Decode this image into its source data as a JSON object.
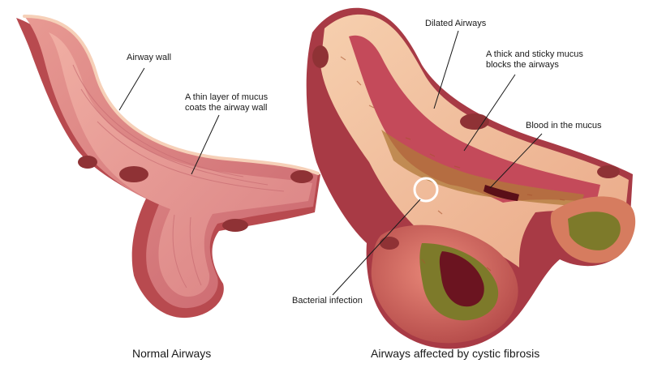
{
  "labels": {
    "airway_wall": "Airway wall",
    "thin_mucus_line1": "A thin layer of mucus",
    "thin_mucus_line2": "coats the airway wall",
    "dilated": "Dilated Airways",
    "thick_mucus_line1": "A thick and sticky mucus",
    "thick_mucus_line2": "blocks the airways",
    "blood": "Blood in the mucus",
    "bacterial": "Bacterial infection"
  },
  "captions": {
    "normal": "Normal Airways",
    "affected": "Airways affected by cystic fibrosis"
  },
  "colors": {
    "airway_outer": "#b84a4f",
    "airway_inner": "#d97a7e",
    "airway_light": "#f0b7a4",
    "tissue": "#f3c3a0",
    "inflamed": "#c44a5a",
    "mucus_green": "#7d7a2a",
    "dark_red": "#6b1420",
    "line": "#1a1a1a"
  }
}
